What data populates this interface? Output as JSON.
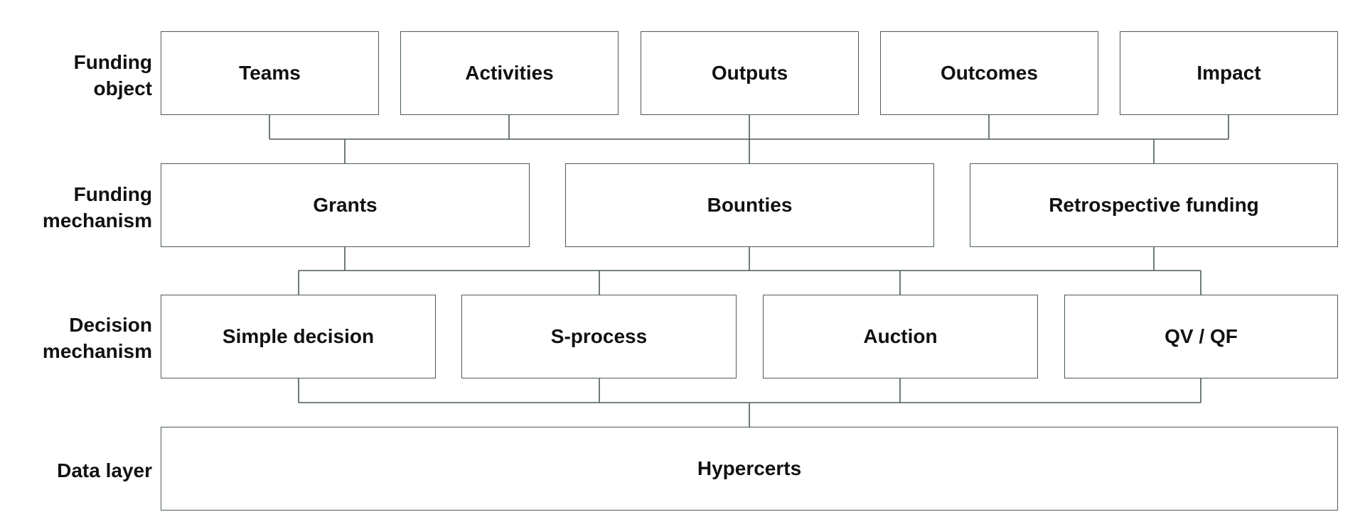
{
  "rows": {
    "funding_object": {
      "label_line1": "Funding",
      "label_line2": "object",
      "items": [
        "Teams",
        "Activities",
        "Outputs",
        "Outcomes",
        "Impact"
      ]
    },
    "funding_mechanism": {
      "label_line1": "Funding",
      "label_line2": "mechanism",
      "items": [
        "Grants",
        "Bounties",
        "Retrospective funding"
      ]
    },
    "decision_mechanism": {
      "label_line1": "Decision",
      "label_line2": "mechanism",
      "items": [
        "Simple decision",
        "S-process",
        "Auction",
        "QV / QF"
      ]
    },
    "data_layer": {
      "label": "Data layer",
      "items": [
        "Hypercerts"
      ]
    }
  },
  "style": {
    "line_color": "#4d5a59",
    "text_color": "#111111",
    "background": "#ffffff"
  }
}
